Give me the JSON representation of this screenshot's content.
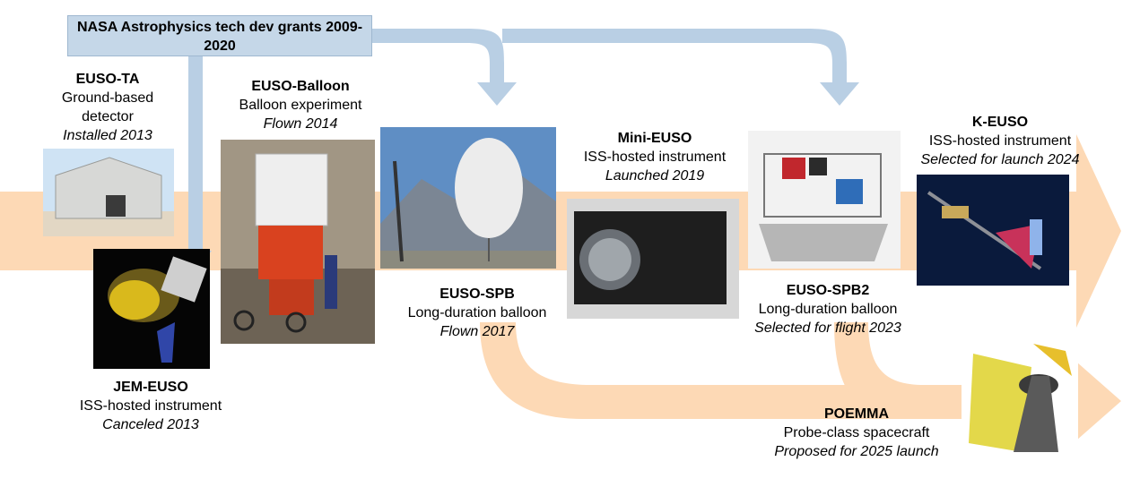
{
  "grants_banner": {
    "line1": "NASA Astrophysics  tech dev grants",
    "line2": "2009-2020"
  },
  "missions": [
    {
      "id": "euso-ta",
      "name": "EUSO-TA",
      "line2": "Ground-based",
      "line3": "detector",
      "status": "Installed 2013"
    },
    {
      "id": "jem-euso",
      "name": "JEM-EUSO",
      "line2": "ISS-hosted instrument",
      "status": "Canceled 2013"
    },
    {
      "id": "euso-balloon",
      "name": "EUSO-Balloon",
      "line2": "Balloon experiment",
      "status": "Flown 2014"
    },
    {
      "id": "euso-spb",
      "name": "EUSO-SPB",
      "line2": "Long-duration  balloon",
      "status": "Flown 2017"
    },
    {
      "id": "mini-euso",
      "name": "Mini-EUSO",
      "line2": "ISS-hosted instrument",
      "status": "Launched 2019"
    },
    {
      "id": "euso-spb2",
      "name": "EUSO-SPB2",
      "line2": "Long-duration  balloon",
      "status": "Selected for flight 2023"
    },
    {
      "id": "k-euso",
      "name": "K-EUSO",
      "line2": "ISS-hosted instrument",
      "status": "Selected for launch 2024"
    },
    {
      "id": "poemma",
      "name": "POEMMA",
      "line2": "Probe-class spacecraft",
      "status": "Proposed for 2025 launch"
    }
  ],
  "colors": {
    "timeline_arrow": "#fdd9b5",
    "grant_arrow": "#b9cfe4",
    "banner_fill": "#c5d7e8"
  }
}
